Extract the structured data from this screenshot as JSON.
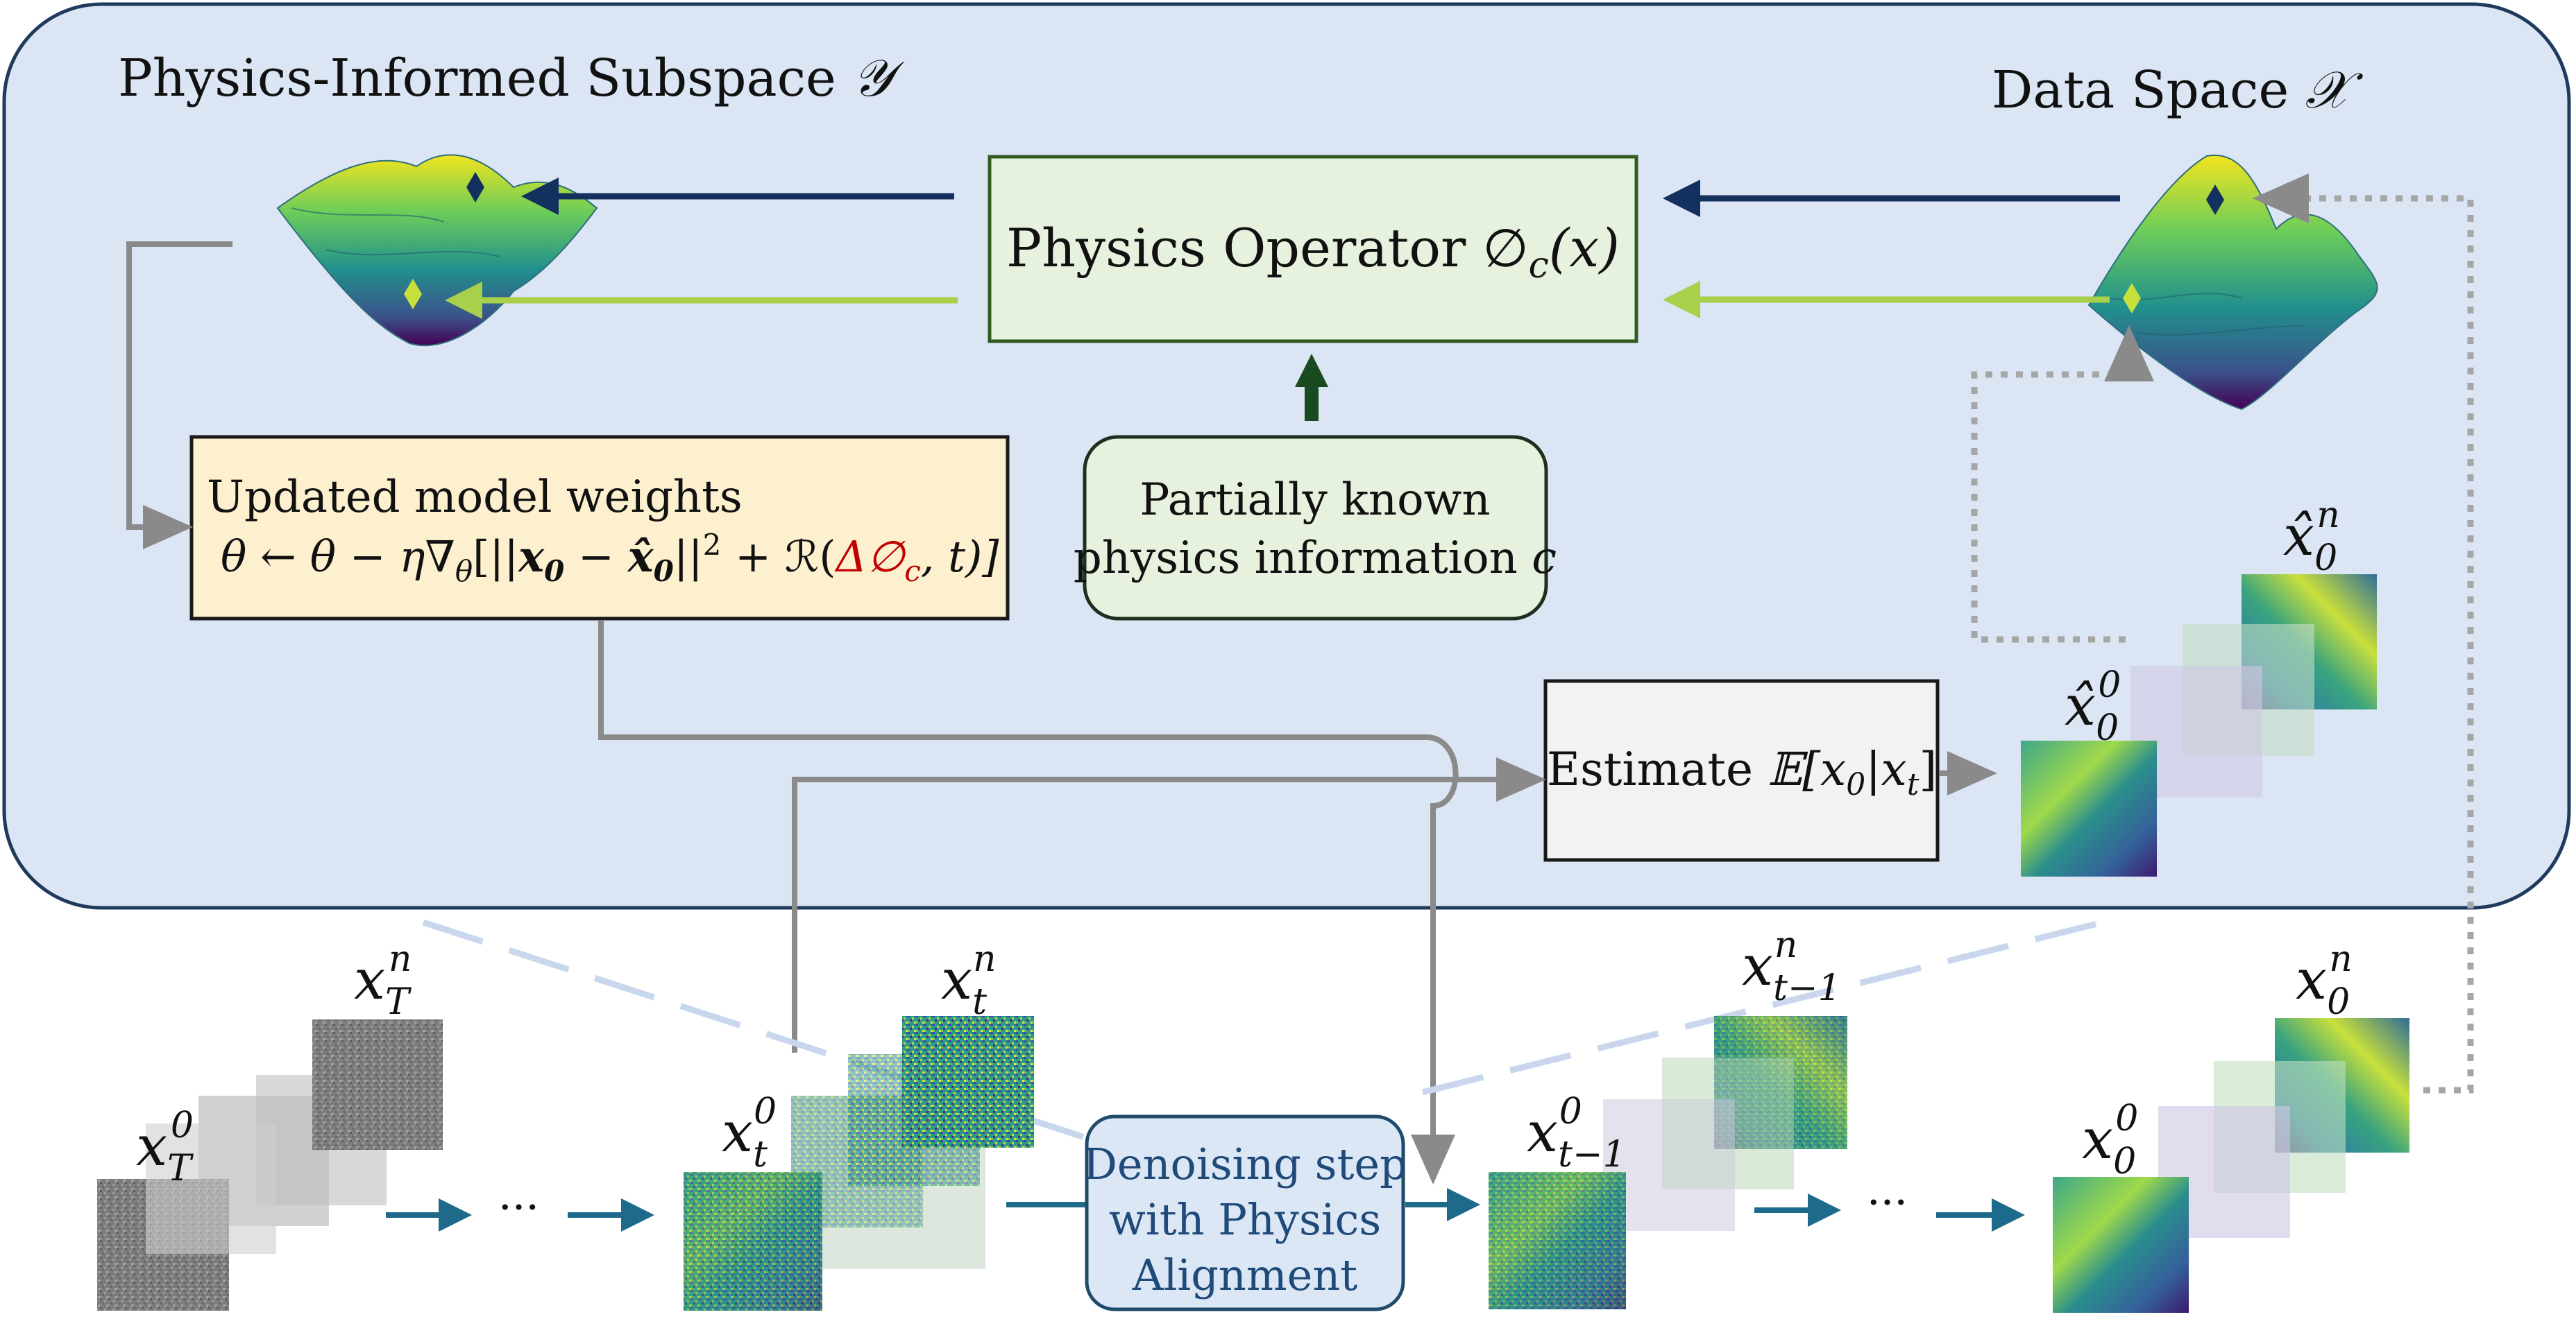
{
  "panel": {
    "left_title": "Physics-Informed Subspace",
    "left_symbol": "𝒴",
    "right_title": "Data Space",
    "right_symbol": "𝒳"
  },
  "operator": {
    "label": "Physics Operator ",
    "math": "∅",
    "sub": "c",
    "arg": "(x)"
  },
  "known_info": {
    "line1": "Partially known",
    "line2": "physics information ",
    "var": "c"
  },
  "weights": {
    "title": "Updated model weights",
    "eq_a": "θ ← θ − η∇",
    "eq_sub": "θ",
    "eq_b": "[||",
    "eq_x0": "x",
    "eq_x0_sub": "0",
    "eq_minus": " − ",
    "eq_xh": "x̂",
    "eq_xh_sub": "0",
    "eq_c": "||",
    "eq_sq": "2",
    "eq_plus": " + ℛ(",
    "eq_delta": "Δ∅",
    "eq_delta_sub": "c",
    "eq_end": ", t)]"
  },
  "estimate": {
    "label": "Estimate ",
    "expr": "𝔼[x",
    "s1": "0",
    "mid": "|x",
    "s2": "t",
    "end": "]"
  },
  "denoise": {
    "line1": "Denoising step",
    "line2": "with Physics",
    "line3": "Alignment"
  },
  "ellipsis": [
    "···",
    "···"
  ],
  "stacks": {
    "xT": {
      "front": {
        "base": "x",
        "sub": "T",
        "sup": "0"
      },
      "back": {
        "base": "x",
        "sub": "T",
        "sup": "n"
      }
    },
    "xt": {
      "front": {
        "base": "x",
        "sub": "t",
        "sup": "0"
      },
      "back": {
        "base": "x",
        "sub": "t",
        "sup": "n"
      }
    },
    "xt1": {
      "front": {
        "base": "x",
        "sub": "t−1",
        "sup": "0"
      },
      "back": {
        "base": "x",
        "sub": "t−1",
        "sup": "n"
      }
    },
    "x0": {
      "front": {
        "base": "x",
        "sub": "0",
        "sup": "0"
      },
      "back": {
        "base": "x",
        "sub": "0",
        "sup": "n"
      }
    },
    "xhat": {
      "front": {
        "base": "x̂",
        "sub": "0",
        "sup": "0"
      },
      "back": {
        "base": "x̂",
        "sub": "0",
        "sup": "n"
      }
    }
  },
  "colors": {
    "panel_fill": "#dbe5f4",
    "panel_stroke": "#1f3a5c",
    "operator_fill": "#e6f2de",
    "operator_stroke": "#2f5c1e",
    "weights_fill": "#fdf0cf",
    "estimate_fill": "#f2f2f2",
    "denoise_fill": "#dbe7f5",
    "dark_arrow": "#14305e",
    "light_arrow": "#a8d04a",
    "gray_line": "#8a8a8a",
    "teal_arrow": "#1e6a8a",
    "up_arrow": "#1a4a20",
    "red": "#c00000"
  }
}
